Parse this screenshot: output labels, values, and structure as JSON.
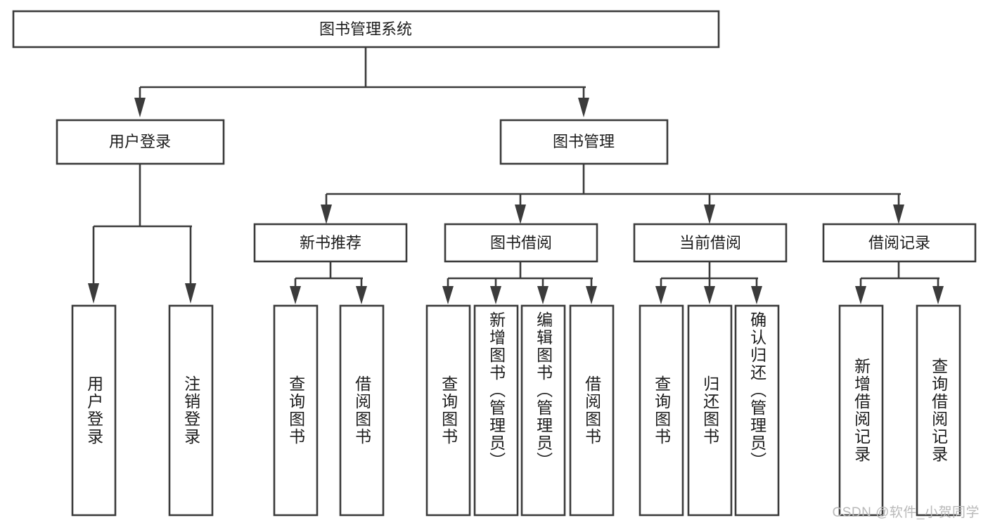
{
  "diagram": {
    "title": "图书管理系统",
    "type": "tree-hierarchy",
    "watermark": "CSDN @软件_小贺同学",
    "colors": {
      "stroke": "#3b3b3b",
      "fill": "#ffffff",
      "text": "#1c1c1c",
      "watermark": "#b9b9b9"
    },
    "levels": {
      "level1": {
        "label": "图书管理系统"
      },
      "level2": [
        {
          "label": "用户登录"
        },
        {
          "label": "图书管理"
        }
      ],
      "level3": [
        {
          "label": "新书推荐"
        },
        {
          "label": "图书借阅"
        },
        {
          "label": "当前借阅"
        },
        {
          "label": "借阅记录"
        }
      ],
      "level4": [
        {
          "label": "用户登录",
          "parent": "用户登录"
        },
        {
          "label": "注销登录",
          "parent": "用户登录"
        },
        {
          "label": "查询图书",
          "parent": "新书推荐"
        },
        {
          "label": "借阅图书",
          "parent": "新书推荐"
        },
        {
          "label": "查询图书",
          "parent": "图书借阅"
        },
        {
          "label": "新增图书（管理员）",
          "parent": "图书借阅"
        },
        {
          "label": "编辑图书（管理员）",
          "parent": "图书借阅"
        },
        {
          "label": "借阅图书",
          "parent": "图书借阅"
        },
        {
          "label": "查询图书",
          "parent": "当前借阅"
        },
        {
          "label": "归还图书",
          "parent": "当前借阅"
        },
        {
          "label": "确认归还（管理员）",
          "parent": "当前借阅"
        },
        {
          "label": "新增借阅记录",
          "parent": "借阅记录"
        },
        {
          "label": "查询借阅记录",
          "parent": "借阅记录"
        }
      ]
    }
  }
}
